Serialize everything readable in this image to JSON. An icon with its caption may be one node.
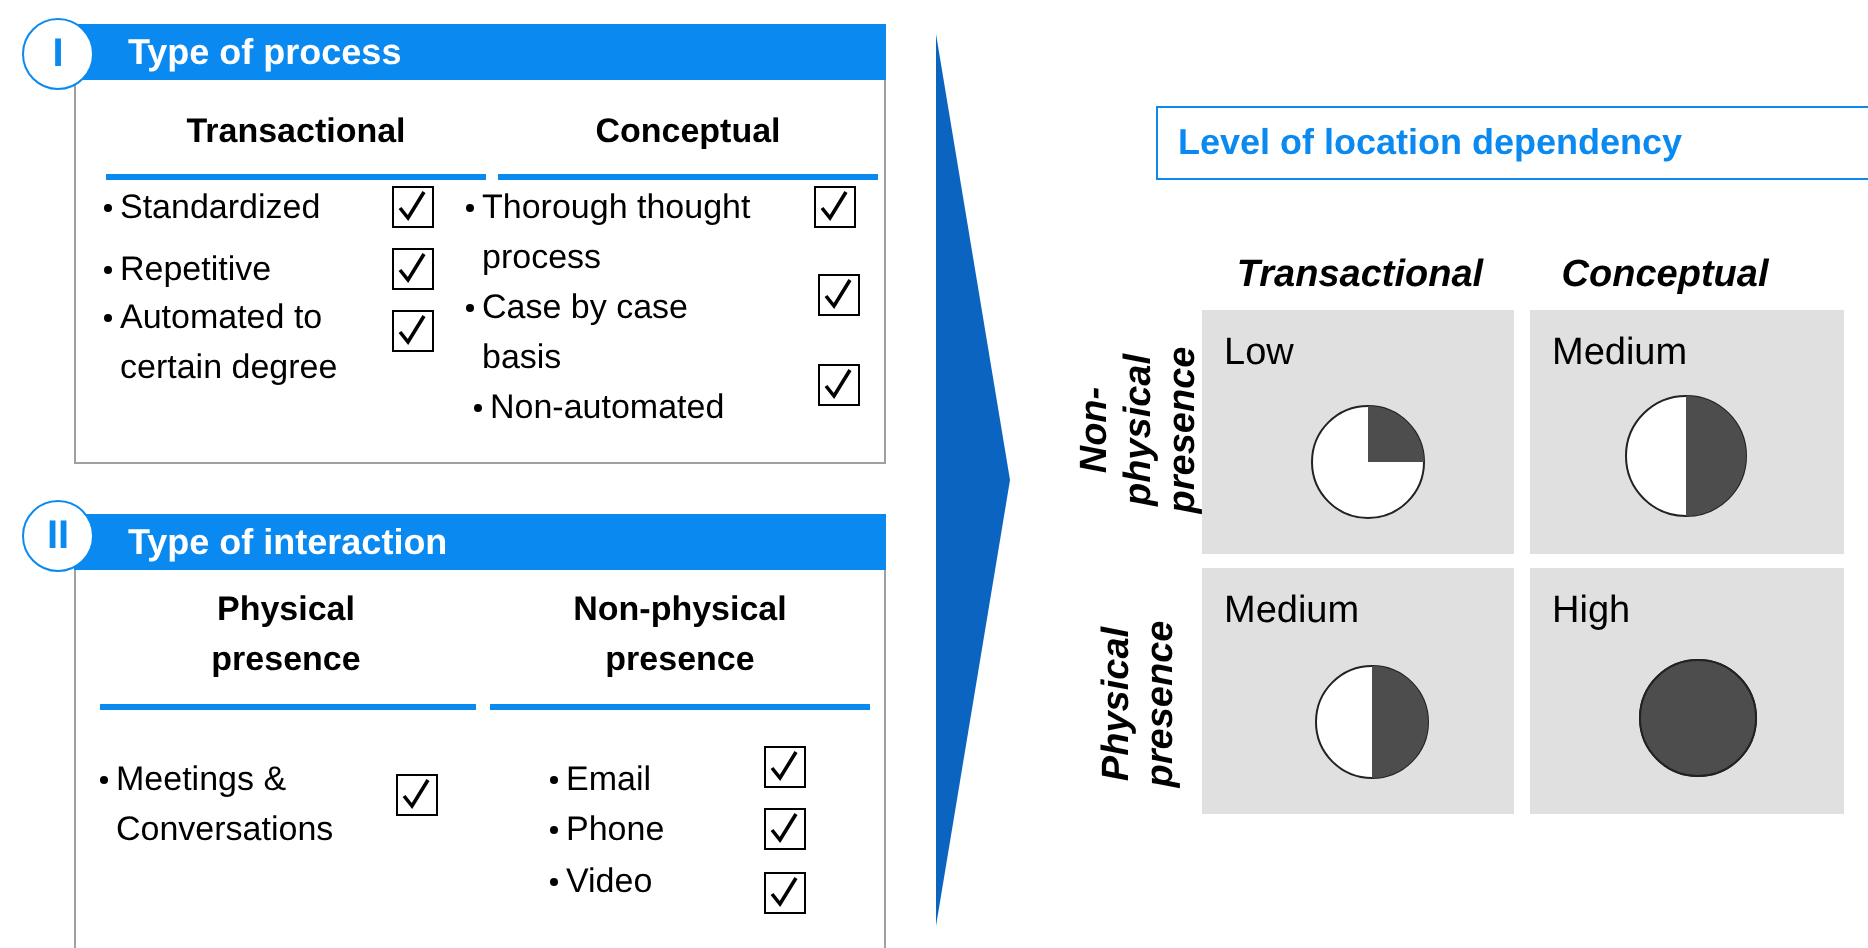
{
  "diagram": {
    "nodes": [
      {
        "text": [
          "I"
        ]
      },
      {
        "text": [
          "Type of process"
        ]
      },
      {
        "text": [
          "II"
        ]
      },
      {
        "text": [
          "Type of interaction"
        ]
      },
      {
        "text": [
          "Level of location dependency"
        ]
      },
      {
        "text": [
          "Low"
        ]
      },
      {
        "text": [
          "Medium"
        ]
      },
      {
        "text": [
          "Medium"
        ]
      },
      {
        "text": [
          "High"
        ]
      },
      {
        "text": [],
        "shape": "chevron"
      }
    ],
    "labels": [
      "Transactional",
      "Conceptual",
      "Standardized",
      "Repetitive",
      "Automated to certain degree",
      "Thorough thought process",
      "Case by case basis",
      "Non-automated",
      "Physical presence",
      "Non-physical presence",
      "Meetings & Conversations",
      "Email",
      "Phone",
      "Video",
      "Transactional",
      "Conceptual",
      "Non-physical presence",
      "Physical presence"
    ]
  }
}
